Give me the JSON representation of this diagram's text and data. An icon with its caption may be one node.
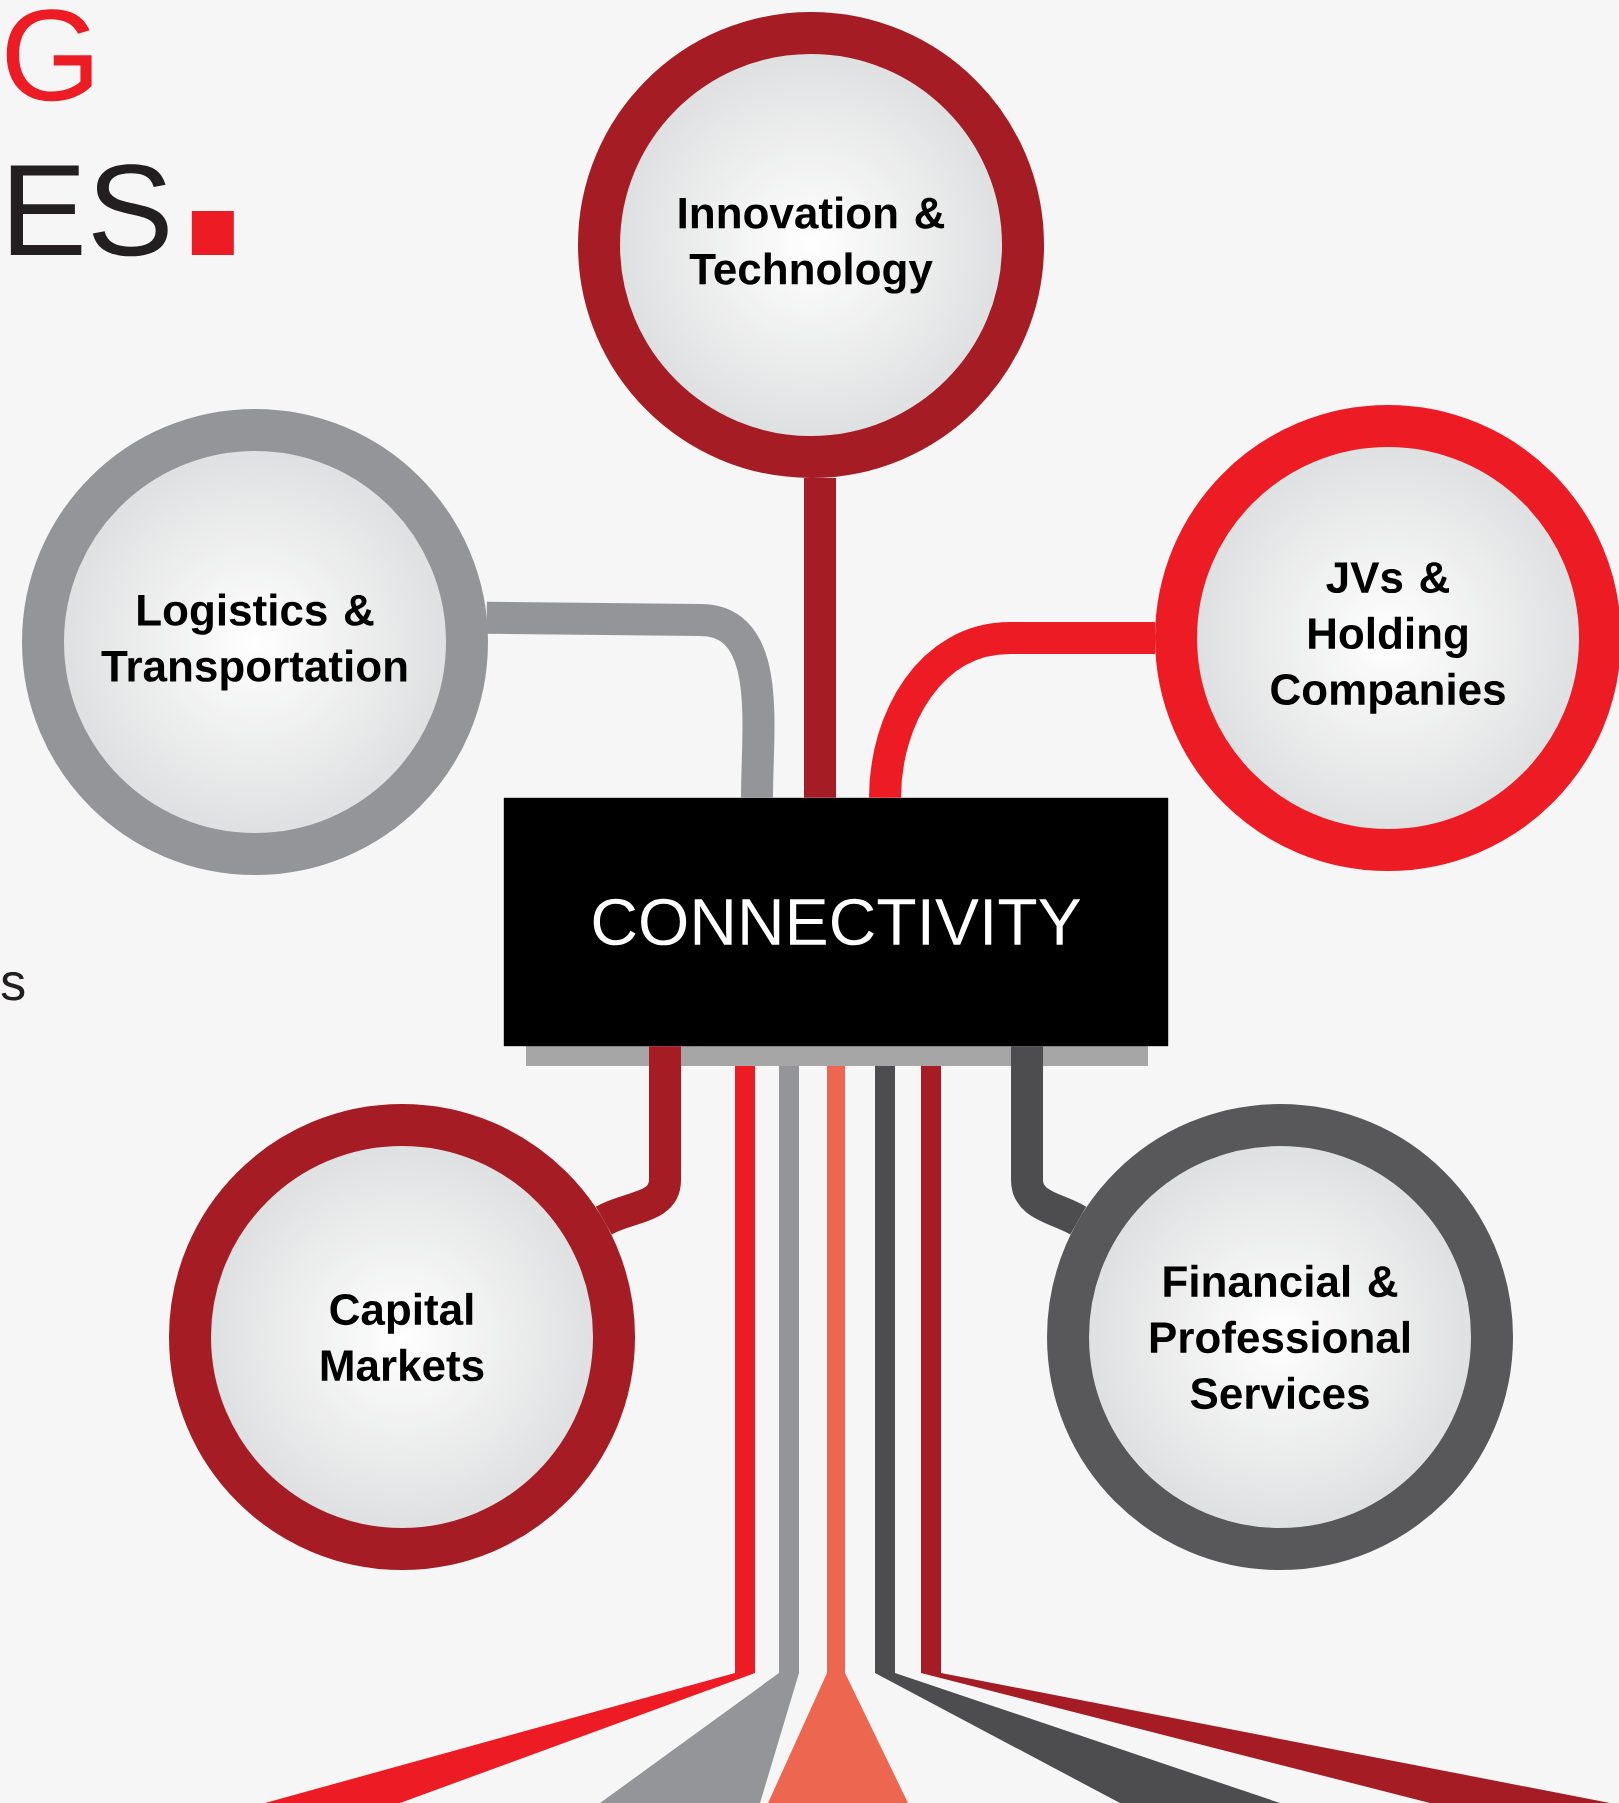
{
  "diagram": {
    "nodes": [
      {
        "text": [
          "Innovation & Technology"
        ]
      },
      {
        "text": [
          "Logistics & Transportation"
        ]
      },
      {
        "text": [
          "JVs & Holding Companies"
        ]
      },
      {
        "text": [
          "CONNECTIVITY"
        ]
      },
      {
        "text": [
          "Capital Markets"
        ]
      },
      {
        "text": [
          "Financial & Professional Services"
        ]
      }
    ],
    "edges": [
      {
        "from": 0,
        "to": 3,
        "arrow": "none",
        "color": "#a61c24"
      },
      {
        "from": 1,
        "to": 3,
        "arrow": "none",
        "color": "#939598"
      },
      {
        "from": 2,
        "to": 3,
        "arrow": "none",
        "color": "#ed1c24"
      },
      {
        "from": 3,
        "to": 4,
        "arrow": "none",
        "color": "#a61c24"
      },
      {
        "from": 3,
        "to": 5,
        "arrow": "none",
        "color": "#4d4d4f"
      }
    ],
    "labels": [
      "G",
      "ES",
      "s"
    ]
  }
}
